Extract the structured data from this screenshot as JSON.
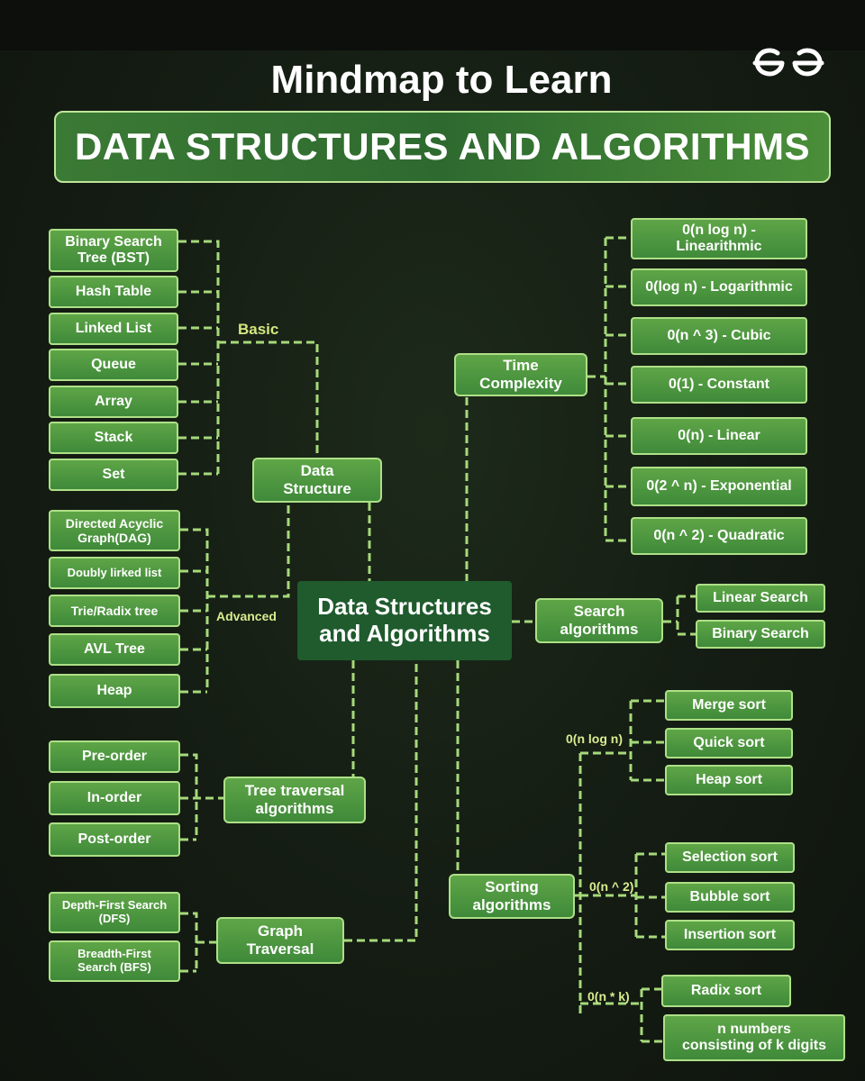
{
  "header": {
    "title": "Mindmap to Learn",
    "banner": "DATA STRUCTURES AND ALGORITHMS",
    "logo_icon": "geeksforgeeks-logo"
  },
  "center": {
    "label": "Data Structures\nand Algorithms"
  },
  "data_structure": {
    "label": "Data\nStructure",
    "basic_label": "Basic",
    "advanced_label": "Advanced",
    "basic": [
      "Binary Search\nTree (BST)",
      "Hash Table",
      "Linked List",
      "Queue",
      "Array",
      "Stack",
      "Set"
    ],
    "advanced": [
      "Directed Acyclic\nGraph(DAG)",
      "Doubly lirked list",
      "Trie/Radix tree",
      "AVL Tree",
      "Heap"
    ]
  },
  "tree_traversal": {
    "label": "Tree traversal\nalgorithms",
    "items": [
      "Pre-order",
      "In-order",
      "Post-order"
    ]
  },
  "graph_traversal": {
    "label": "Graph\nTraversal",
    "items": [
      "Depth-First Search\n(DFS)",
      "Breadth-First\nSearch (BFS)"
    ]
  },
  "time_complexity": {
    "label": "Time\nComplexity",
    "items": [
      "0(n log n) -\nLinearithmic",
      "0(log n) - Logarithmic",
      "0(n ^ 3) - Cubic",
      "0(1) - Constant",
      "0(n) - Linear",
      "0(2 ^ n) - Exponential",
      "0(n ^ 2) - Quadratic"
    ]
  },
  "search": {
    "label": "Search\nalgorithms",
    "items": [
      "Linear Search",
      "Binary Search"
    ]
  },
  "sorting": {
    "label": "Sorting\nalgorithms",
    "groups": [
      {
        "label": "0(n log n)",
        "items": [
          "Merge sort",
          "Quick sort",
          "Heap sort"
        ]
      },
      {
        "label": "0(n ^ 2)",
        "items": [
          "Selection sort",
          "Bubble sort",
          "Insertion sort"
        ]
      },
      {
        "label": "0(n * k)",
        "items": [
          "Radix sort",
          "n numbers\nconsisting of k digits"
        ]
      }
    ]
  },
  "colors": {
    "node": "#4f9a41",
    "node_border": "#aee087",
    "center": "#1f5b2d",
    "connector": "#a6d97a",
    "background": "#161f15"
  }
}
